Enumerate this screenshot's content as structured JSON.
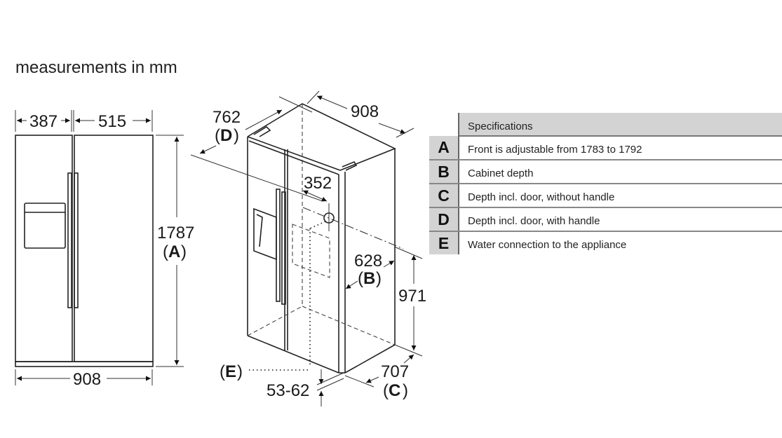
{
  "title": "measurements in mm",
  "front_view": {
    "width_left_door": "387",
    "width_right_door": "515",
    "height": "1787",
    "height_label": "A",
    "total_width": "908"
  },
  "iso_view": {
    "depth_with_handle": "762",
    "depth_with_handle_label": "D",
    "width": "908",
    "water_offset": "352",
    "cabinet_depth": "628",
    "cabinet_depth_label": "B",
    "water_height": "971",
    "depth_without_handle": "707",
    "depth_without_handle_label": "C",
    "water_connection_label": "E",
    "feet_offset": "53-62"
  },
  "specifications": {
    "header": "Specifications",
    "rows": [
      {
        "key": "A",
        "text": "Front is adjustable from 1783 to 1792"
      },
      {
        "key": "B",
        "text": "Cabinet depth"
      },
      {
        "key": "C",
        "text": "Depth incl. door, without handle"
      },
      {
        "key": "D",
        "text": "Depth incl. door, with handle"
      },
      {
        "key": "E",
        "text": "Water connection to the appliance"
      }
    ]
  }
}
